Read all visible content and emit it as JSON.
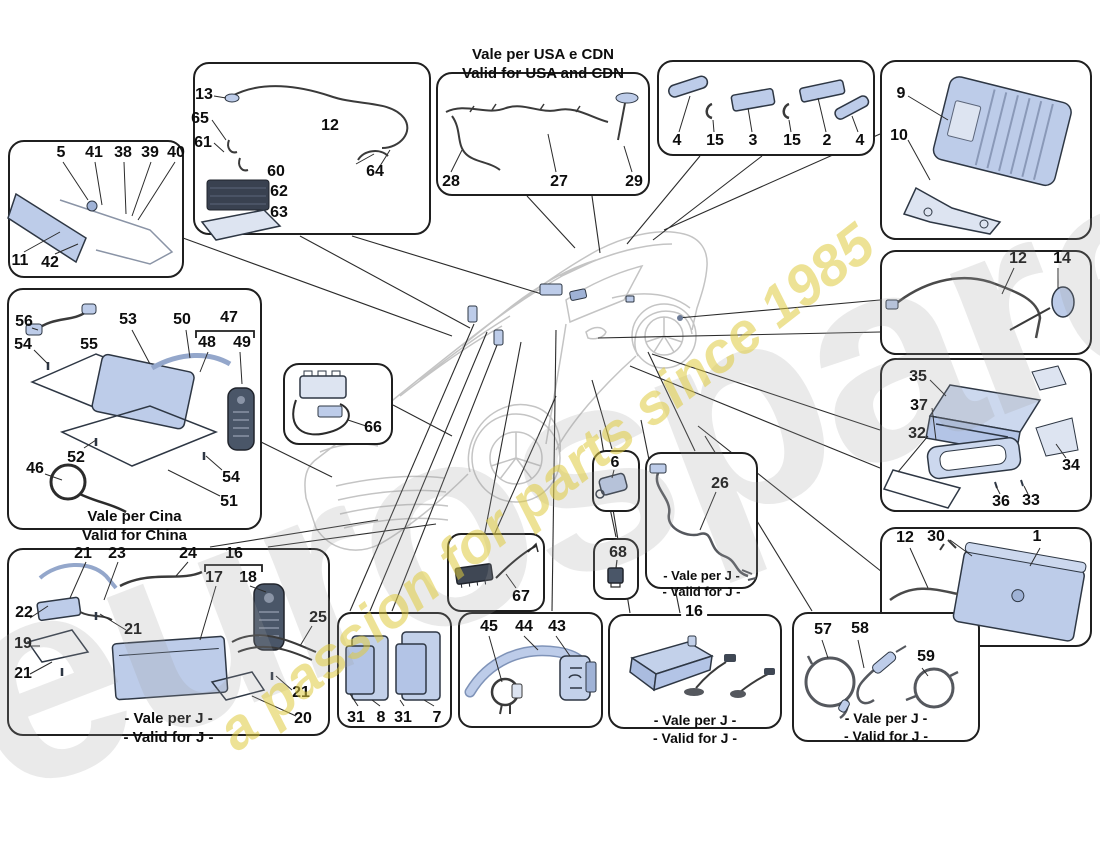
{
  "watermark": {
    "brand": "eurospares",
    "tagline": "a passion for parts since 1985",
    "brand_color": "#e4e4e4",
    "tagline_color": "#decb3e"
  },
  "colors": {
    "part_fill": "#bdcce9",
    "part_fill_light": "#dde4f1",
    "part_dark": "#3c434e",
    "outline": "#1f1f1f"
  },
  "captions": {
    "usa": [
      "Vale per USA e CDN",
      "Valid for USA and CDN"
    ],
    "china": [
      "Vale per Cina",
      "Valid for China"
    ],
    "j_left": [
      "- Vale per J -",
      "- Valid for J -"
    ],
    "j_cable26": [
      "- Vale per J -",
      "- Valid for J -"
    ],
    "j_module16": [
      "- Vale per J -",
      "- Valid for J -"
    ],
    "j_coils": [
      "- Vale per J -",
      "- Valid for J -"
    ]
  },
  "boxes": [
    {
      "id": "display",
      "callouts": [
        [
          5,
          61,
          153
        ],
        [
          41,
          94,
          153
        ],
        [
          38,
          123,
          153
        ],
        [
          39,
          150,
          153
        ],
        [
          40,
          176,
          153
        ],
        [
          11,
          20,
          261
        ],
        [
          42,
          50,
          263
        ]
      ]
    },
    {
      "id": "tuner",
      "callouts": [
        [
          13,
          204,
          95
        ],
        [
          65,
          200,
          119
        ],
        [
          61,
          203,
          143
        ],
        [
          12,
          330,
          126
        ],
        [
          60,
          276,
          172
        ],
        [
          62,
          279,
          192
        ],
        [
          63,
          279,
          213
        ],
        [
          64,
          375,
          172
        ]
      ]
    },
    {
      "id": "usa-harness",
      "callouts": [
        [
          28,
          451,
          182
        ],
        [
          27,
          559,
          182
        ],
        [
          29,
          634,
          182
        ]
      ]
    },
    {
      "id": "antennas",
      "callouts": [
        [
          4,
          677,
          141
        ],
        [
          15,
          715,
          141
        ],
        [
          3,
          753,
          141
        ],
        [
          15,
          792,
          141
        ],
        [
          2,
          827,
          141
        ],
        [
          4,
          860,
          141
        ]
      ]
    },
    {
      "id": "amplifier",
      "callouts": [
        [
          9,
          901,
          94
        ],
        [
          10,
          899,
          136
        ]
      ]
    },
    {
      "id": "roof-cable",
      "callouts": [
        [
          12,
          1018,
          259
        ],
        [
          14,
          1062,
          259
        ]
      ]
    },
    {
      "id": "head-unit",
      "callouts": [
        [
          35,
          918,
          377
        ],
        [
          37,
          919,
          406
        ],
        [
          32,
          917,
          434
        ],
        [
          34,
          1071,
          466
        ],
        [
          36,
          1001,
          502
        ],
        [
          33,
          1031,
          501
        ]
      ]
    },
    {
      "id": "main-module",
      "callouts": [
        [
          12,
          905,
          538
        ],
        [
          30,
          936,
          537
        ],
        [
          1,
          1037,
          537
        ]
      ]
    },
    {
      "id": "china-kit",
      "callouts": [
        [
          56,
          24,
          322
        ],
        [
          54,
          23,
          345
        ],
        [
          55,
          89,
          345
        ],
        [
          53,
          128,
          320
        ],
        [
          50,
          182,
          320
        ],
        [
          47,
          229,
          318
        ],
        [
          48,
          207,
          343
        ],
        [
          49,
          242,
          343
        ],
        [
          52,
          76,
          458
        ],
        [
          46,
          35,
          469
        ],
        [
          54,
          231,
          478
        ],
        [
          51,
          229,
          502
        ]
      ]
    },
    {
      "id": "japan-kit",
      "callouts": [
        [
          21,
          83,
          554
        ],
        [
          23,
          117,
          554
        ],
        [
          24,
          188,
          554
        ],
        [
          16,
          234,
          554
        ],
        [
          17,
          214,
          578
        ],
        [
          18,
          248,
          578
        ],
        [
          22,
          24,
          613
        ],
        [
          21,
          133,
          630
        ],
        [
          19,
          23,
          644
        ],
        [
          21,
          23,
          674
        ],
        [
          25,
          318,
          618
        ],
        [
          21,
          301,
          693
        ],
        [
          20,
          303,
          719
        ]
      ]
    },
    {
      "id": "cluster-harness",
      "callouts": [
        [
          66,
          373,
          428
        ]
      ]
    },
    {
      "id": "key-fob",
      "callouts": [
        [
          6,
          615,
          463
        ]
      ]
    },
    {
      "id": "connector",
      "callouts": [
        [
          68,
          618,
          553
        ]
      ]
    },
    {
      "id": "japan-cable",
      "callouts": [
        [
          26,
          720,
          484
        ]
      ]
    },
    {
      "id": "module67",
      "callouts": [
        [
          67,
          521,
          597
        ]
      ]
    },
    {
      "id": "control-modules",
      "callouts": [
        [
          31,
          356,
          718
        ],
        [
          8,
          381,
          718
        ],
        [
          31,
          403,
          718
        ],
        [
          7,
          437,
          718
        ]
      ]
    },
    {
      "id": "aerial-tube",
      "callouts": [
        [
          45,
          489,
          627
        ],
        [
          44,
          524,
          627
        ],
        [
          43,
          557,
          627
        ]
      ]
    },
    {
      "id": "japan-module16",
      "callouts": [
        [
          16,
          694,
          612,
          1
        ]
      ]
    },
    {
      "id": "japan-coils",
      "callouts": [
        [
          57,
          823,
          630
        ],
        [
          58,
          860,
          629
        ],
        [
          59,
          926,
          657
        ]
      ]
    }
  ]
}
